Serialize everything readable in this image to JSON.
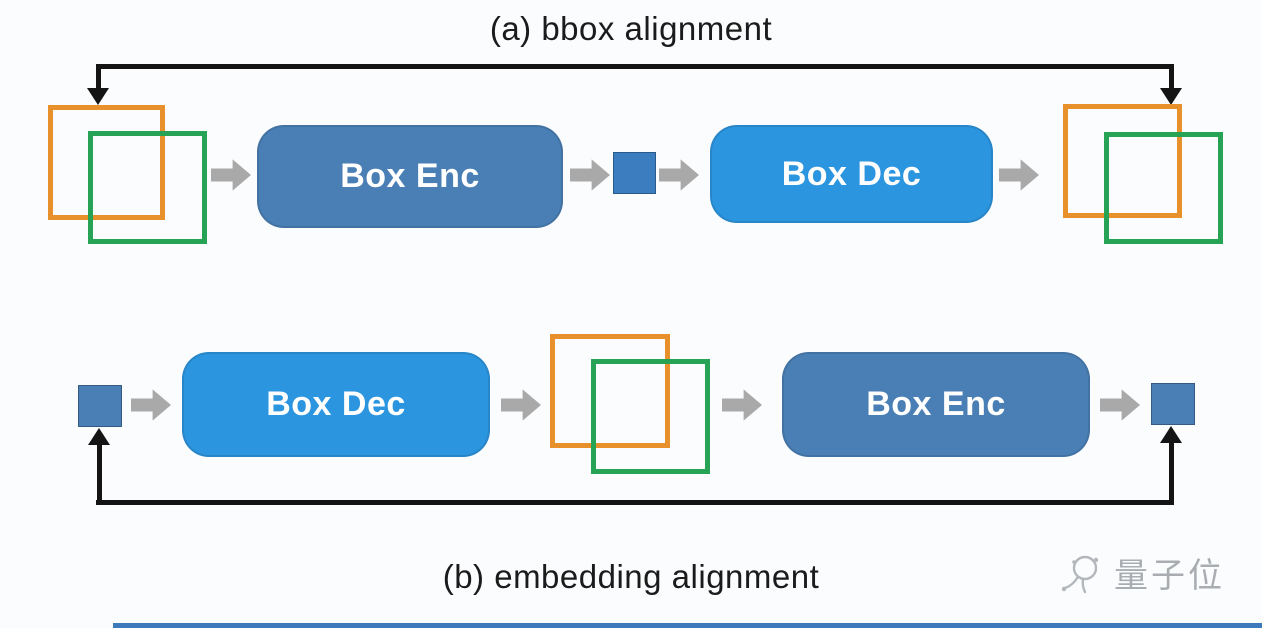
{
  "flow_a": {
    "title": "(a) bbox alignment",
    "encoder_label": "Box Enc",
    "decoder_label": "Box Dec"
  },
  "flow_b": {
    "title": "(b) embedding alignment",
    "decoder_label": "Box Dec",
    "encoder_label": "Box Enc"
  },
  "watermark": {
    "brand": "量子位"
  },
  "icons": {
    "flow_arrow": "right-block-arrow-icon",
    "feedback_down": "arrow-down-icon",
    "feedback_up": "arrow-up-icon",
    "watermark_icon": "qbitai-atom-icon"
  },
  "colors": {
    "encoder_fill": "#4a7fb5",
    "decoder_fill": "#2c95df",
    "embedding_fill_mid": "#3b7dbf",
    "embedding_fill_side": "#4a7fb5",
    "bbox_orange": "#e8902b",
    "bbox_green": "#27a356",
    "arrow_gray": "#a9a9a9",
    "connector_black": "#141414",
    "footer_bar_blue": "#3d7abc"
  }
}
